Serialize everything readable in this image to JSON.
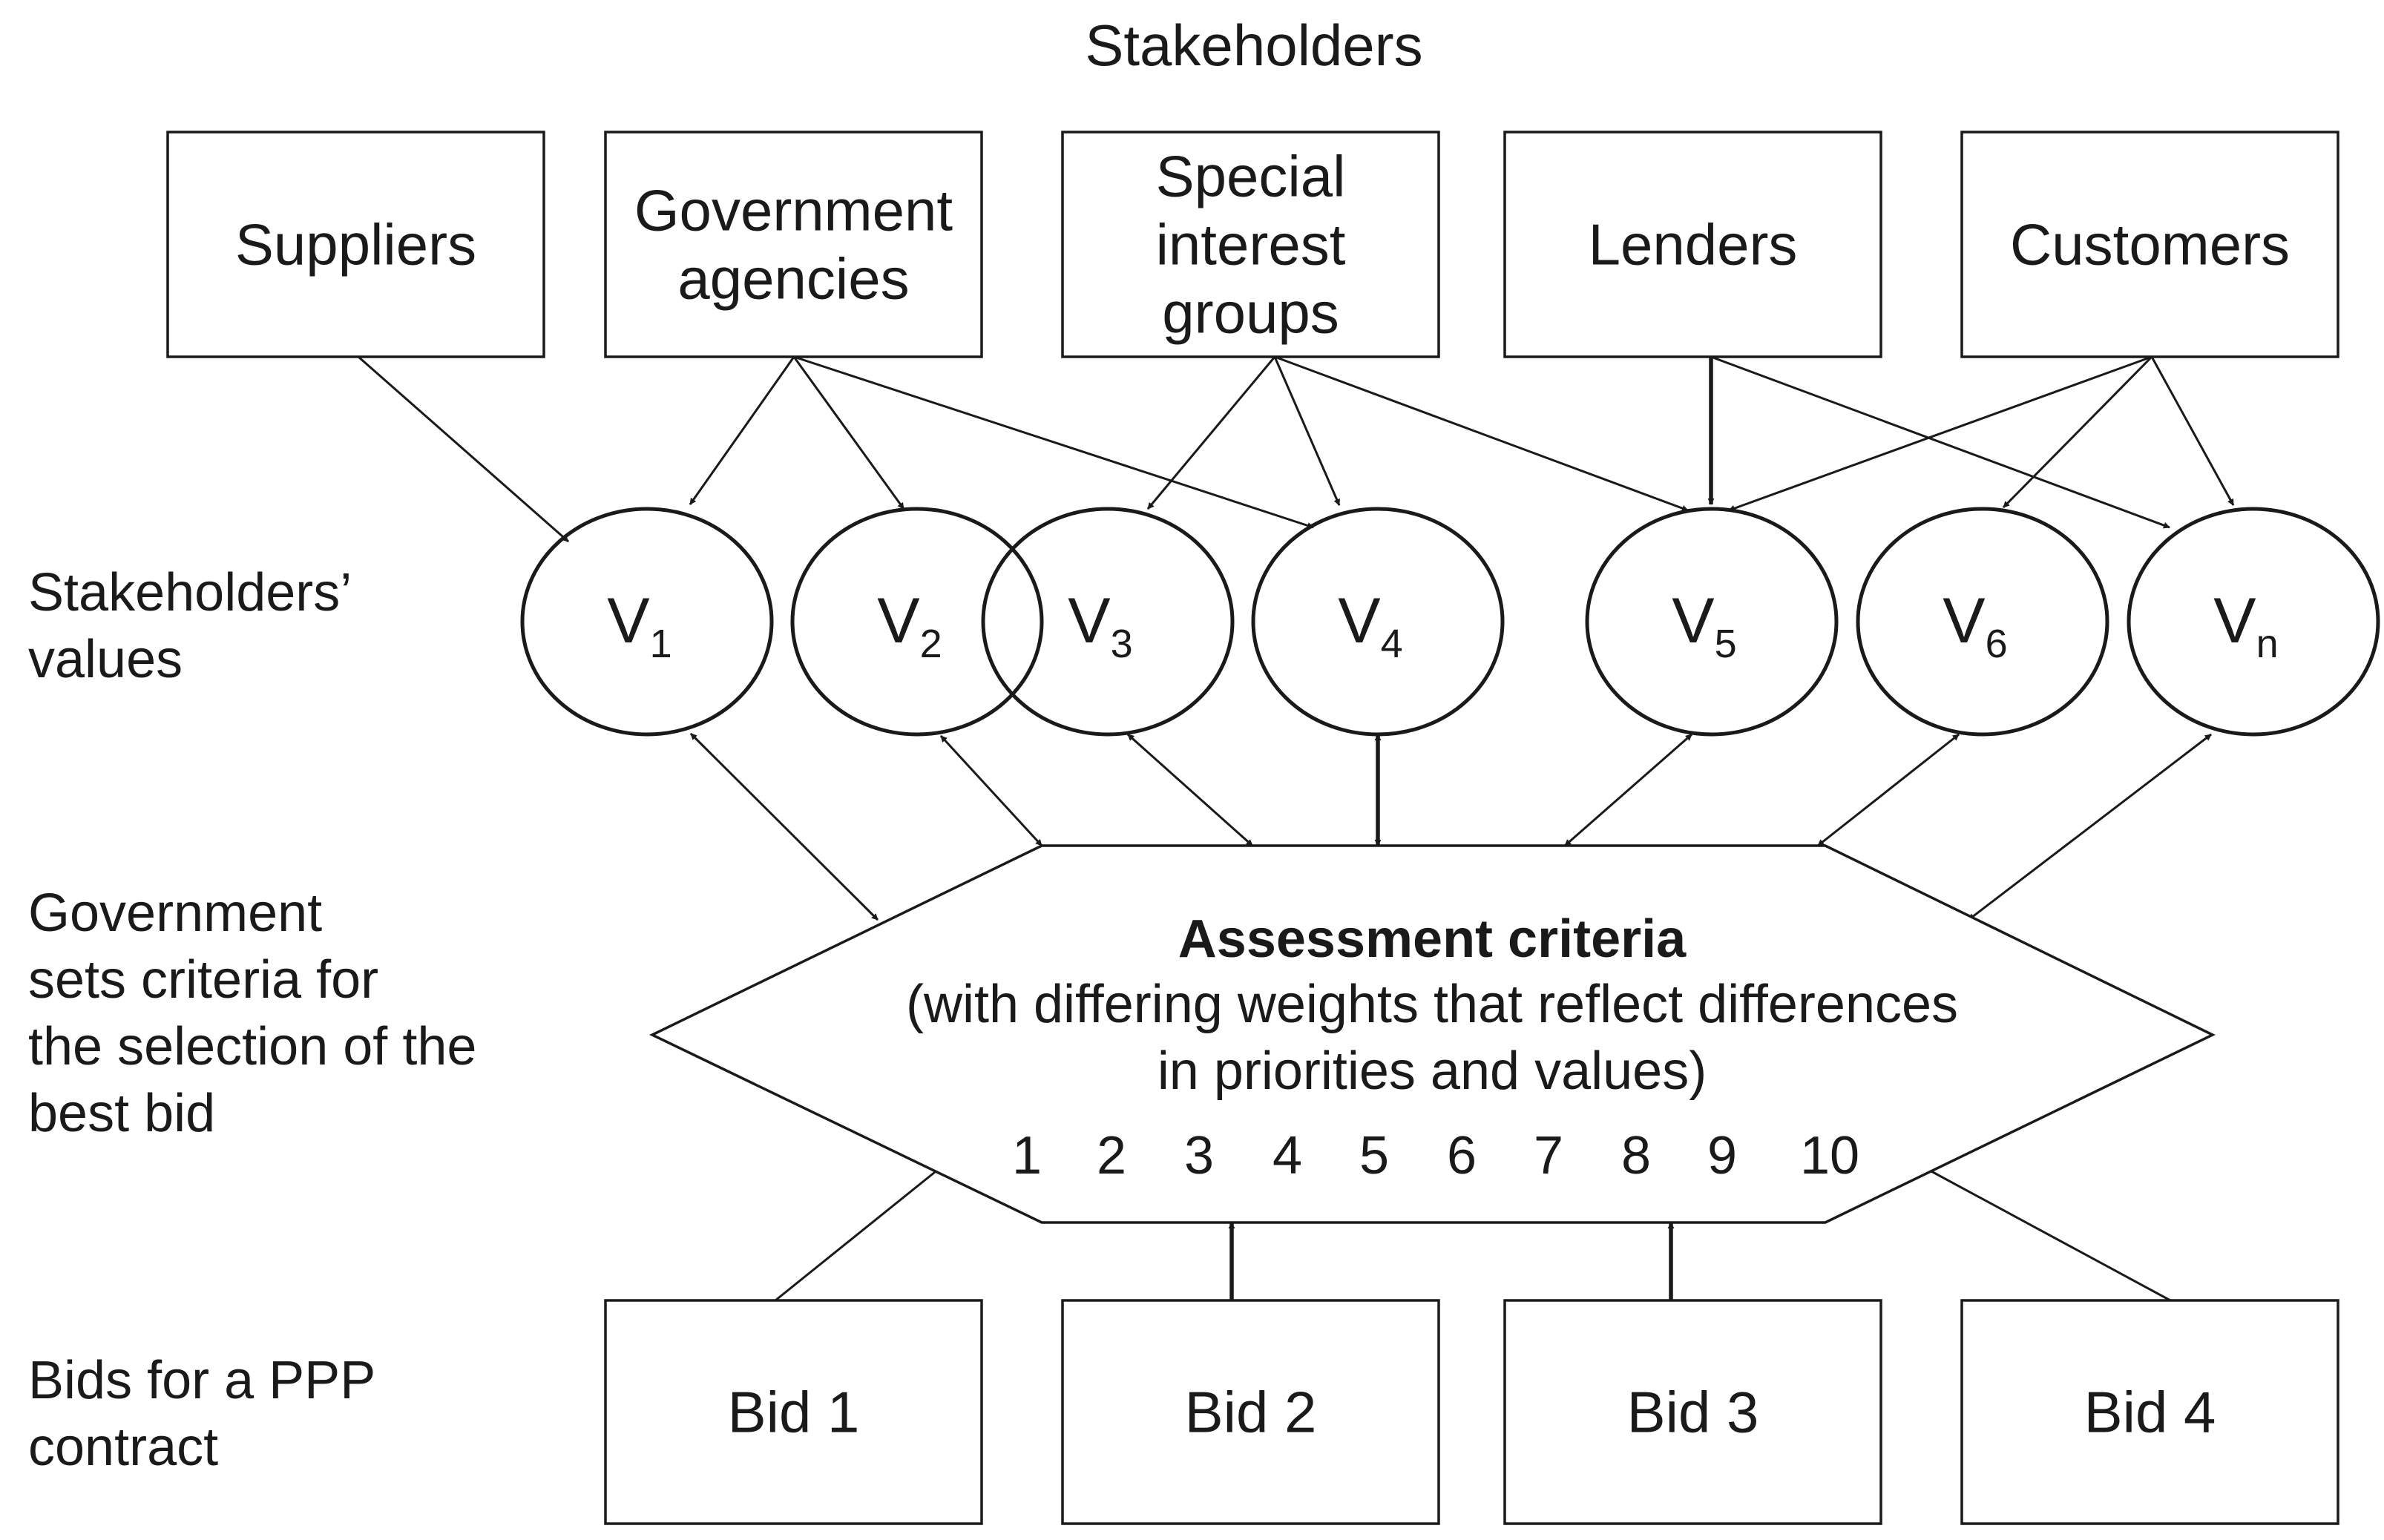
{
  "title": "Stakeholders",
  "stakeholders": [
    {
      "id": "suppliers",
      "lines": [
        "Suppliers"
      ]
    },
    {
      "id": "government-agencies",
      "lines": [
        "Government",
        "agencies"
      ]
    },
    {
      "id": "special-interest-groups",
      "lines": [
        "Special",
        "interest",
        "groups"
      ]
    },
    {
      "id": "lenders",
      "lines": [
        "Lenders"
      ]
    },
    {
      "id": "customers",
      "lines": [
        "Customers"
      ]
    }
  ],
  "values": [
    {
      "id": "v1",
      "letter": "V",
      "sub": "1"
    },
    {
      "id": "v2",
      "letter": "V",
      "sub": "2"
    },
    {
      "id": "v3",
      "letter": "V",
      "sub": "3"
    },
    {
      "id": "v4",
      "letter": "V",
      "sub": "4"
    },
    {
      "id": "v5",
      "letter": "V",
      "sub": "5"
    },
    {
      "id": "v6",
      "letter": "V",
      "sub": "6"
    },
    {
      "id": "vn",
      "letter": "V",
      "sub": "n"
    }
  ],
  "side_labels": {
    "values": [
      "Stakeholders’",
      "values"
    ],
    "criteria": [
      "Government",
      "sets criteria for",
      "the selection of the",
      "best bid"
    ],
    "bids": [
      "Bids for a PPP",
      "contract"
    ]
  },
  "criteria": {
    "title": "Assessment criteria",
    "lines": [
      "(with differing weights that reflect differences",
      "in priorities and values)"
    ],
    "numbers": [
      "1",
      "2",
      "3",
      "4",
      "5",
      "6",
      "7",
      "8",
      "9",
      "10"
    ]
  },
  "bids": [
    "Bid 1",
    "Bid 2",
    "Bid 3",
    "Bid 4"
  ]
}
